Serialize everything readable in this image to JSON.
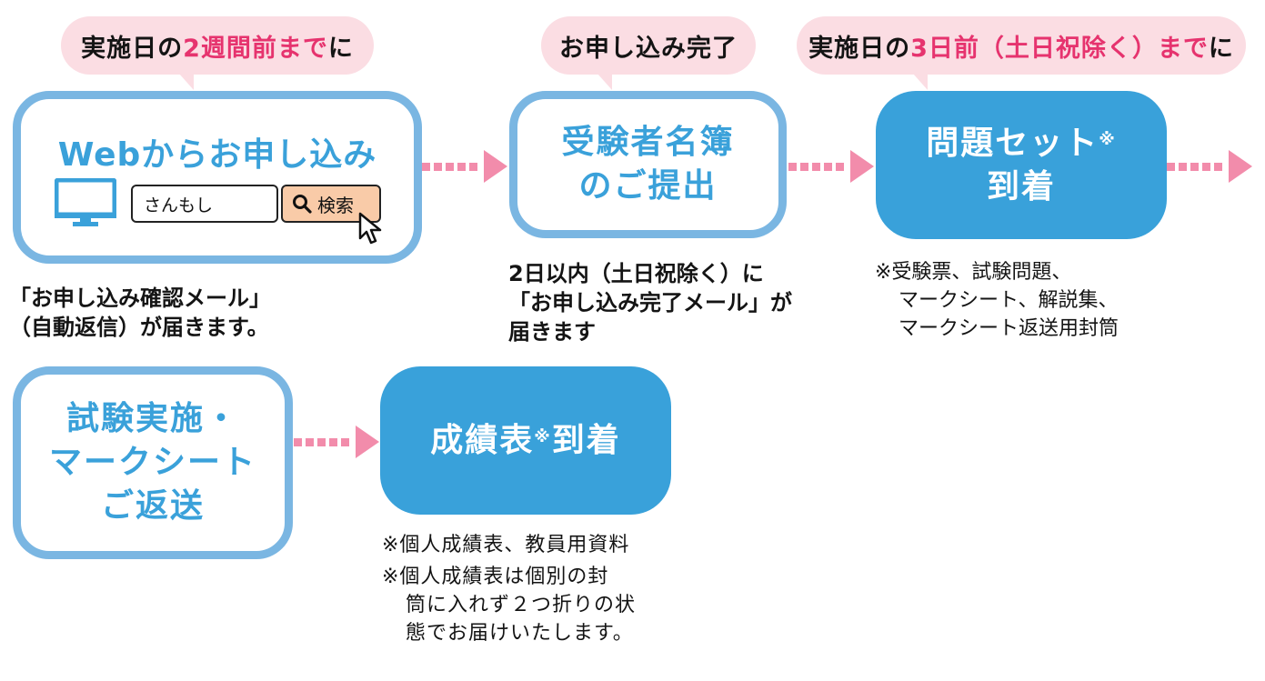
{
  "colors": {
    "bubble_bg": "#fbdde3",
    "highlight": "#e6336e",
    "outline_box_border": "#7ab6e2",
    "step_text_blue": "#3aa1da",
    "solid_box_bg": "#39a1da",
    "arrow": "#f28cab",
    "search_button_bg": "#f9cba8"
  },
  "bubbles": [
    {
      "prefix": "実施日の",
      "highlight": "2週間前まで",
      "suffix": "に"
    },
    {
      "prefix": "お申し込み完了",
      "highlight": "",
      "suffix": ""
    },
    {
      "prefix": "実施日の",
      "highlight": "3日前（土日祝除く）まで",
      "suffix": "に"
    }
  ],
  "steps": [
    {
      "title": "Webからお申し込み",
      "search_value": "さんもし",
      "search_button_label": "検索",
      "icons": [
        "monitor-icon",
        "search-icon",
        "cursor-icon"
      ],
      "note_lines": [
        "「お申し込み確認メール」",
        "（自動返信）が届きます。"
      ]
    },
    {
      "title_lines": [
        "受験者名簿",
        "のご提出"
      ],
      "note_lines": [
        "2日以内（土日祝除く）に",
        "「お申し込み完了メール」が",
        "届きます"
      ]
    },
    {
      "title_lines": [
        "問題セット",
        "到着"
      ],
      "title_mark": "※",
      "note_lines": [
        "※受験票、試験問題、",
        "マークシート、解説集、",
        "マークシート返送用封筒"
      ]
    },
    {
      "title_lines": [
        "試験実施・",
        "マークシート",
        "ご返送"
      ]
    },
    {
      "title_main": "成績表",
      "title_mark": "※",
      "title_after": "到着",
      "note_lines": [
        "※個人成績表、教員用資料",
        "※個人成績表は個別の封",
        "筒に入れず２つ折りの状",
        "態でお届けいたします。"
      ]
    }
  ]
}
